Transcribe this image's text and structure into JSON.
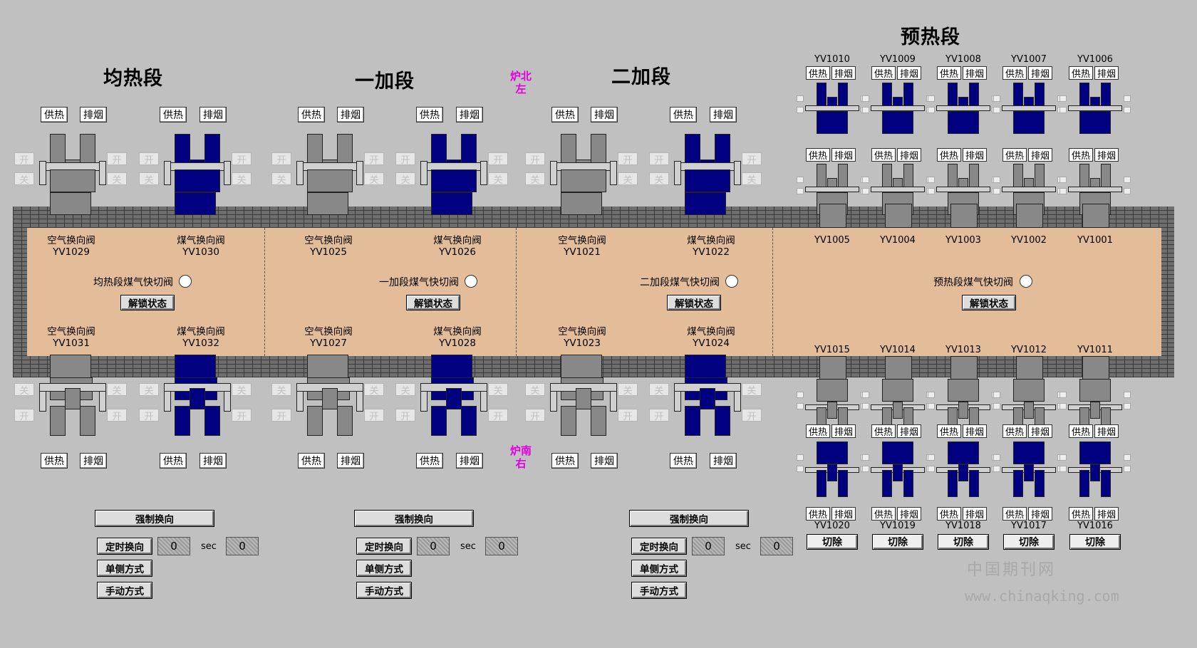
{
  "titles": {
    "soak": "均热段",
    "first": "一加段",
    "second": "二加段",
    "preheat": "预热段"
  },
  "side_labels": {
    "north_line1": "炉北",
    "north_line2": "左",
    "south_line1": "炉南",
    "south_line2": "右"
  },
  "buttons": {
    "supply": "供热",
    "exhaust": "排烟",
    "open": "开",
    "close": "关",
    "unlock": "解锁状态",
    "force": "强制换向",
    "timed": "定时换向",
    "single": "单侧方式",
    "manual": "手动方式",
    "cut": "切除",
    "sec_unit": "sec"
  },
  "valve_labels": {
    "air": "空气换向阀",
    "gas": "煤气换向阀"
  },
  "zones": [
    {
      "air_top": "YV1029",
      "gas_top": "YV1030",
      "air_bot": "YV1031",
      "gas_bot": "YV1032",
      "qv": "均热段煤气快切阀",
      "timer_a": "0",
      "timer_b": "0"
    },
    {
      "air_top": "YV1025",
      "gas_top": "YV1026",
      "air_bot": "YV1027",
      "gas_bot": "YV1028",
      "qv": "一加段煤气快切阀",
      "timer_a": "0",
      "timer_b": "0"
    },
    {
      "air_top": "YV1021",
      "gas_top": "YV1022",
      "air_bot": "YV1023",
      "gas_bot": "YV1024",
      "qv": "二加段煤气快切阀",
      "timer_a": "0",
      "timer_b": "0"
    }
  ],
  "preheat": {
    "qv": "预热段煤气快切阀",
    "top_ids": [
      "YV1010",
      "YV1009",
      "YV1008",
      "YV1007",
      "YV1006"
    ],
    "inner_top_ids": [
      "YV1005",
      "YV1004",
      "YV1003",
      "YV1002",
      "YV1001"
    ],
    "inner_bot_ids": [
      "YV1015",
      "YV1014",
      "YV1013",
      "YV1012",
      "YV1011"
    ],
    "bottom_ids": [
      "YV1020",
      "YV1019",
      "YV1018",
      "YV1017",
      "YV1016"
    ]
  },
  "watermark": {
    "cn": "中国期刊网",
    "url": "www.chinaqking.com"
  },
  "colors": {
    "blue": "#000080",
    "gray": "#888888",
    "chamber": "#e3bc9a",
    "magenta": "#e000e0"
  }
}
